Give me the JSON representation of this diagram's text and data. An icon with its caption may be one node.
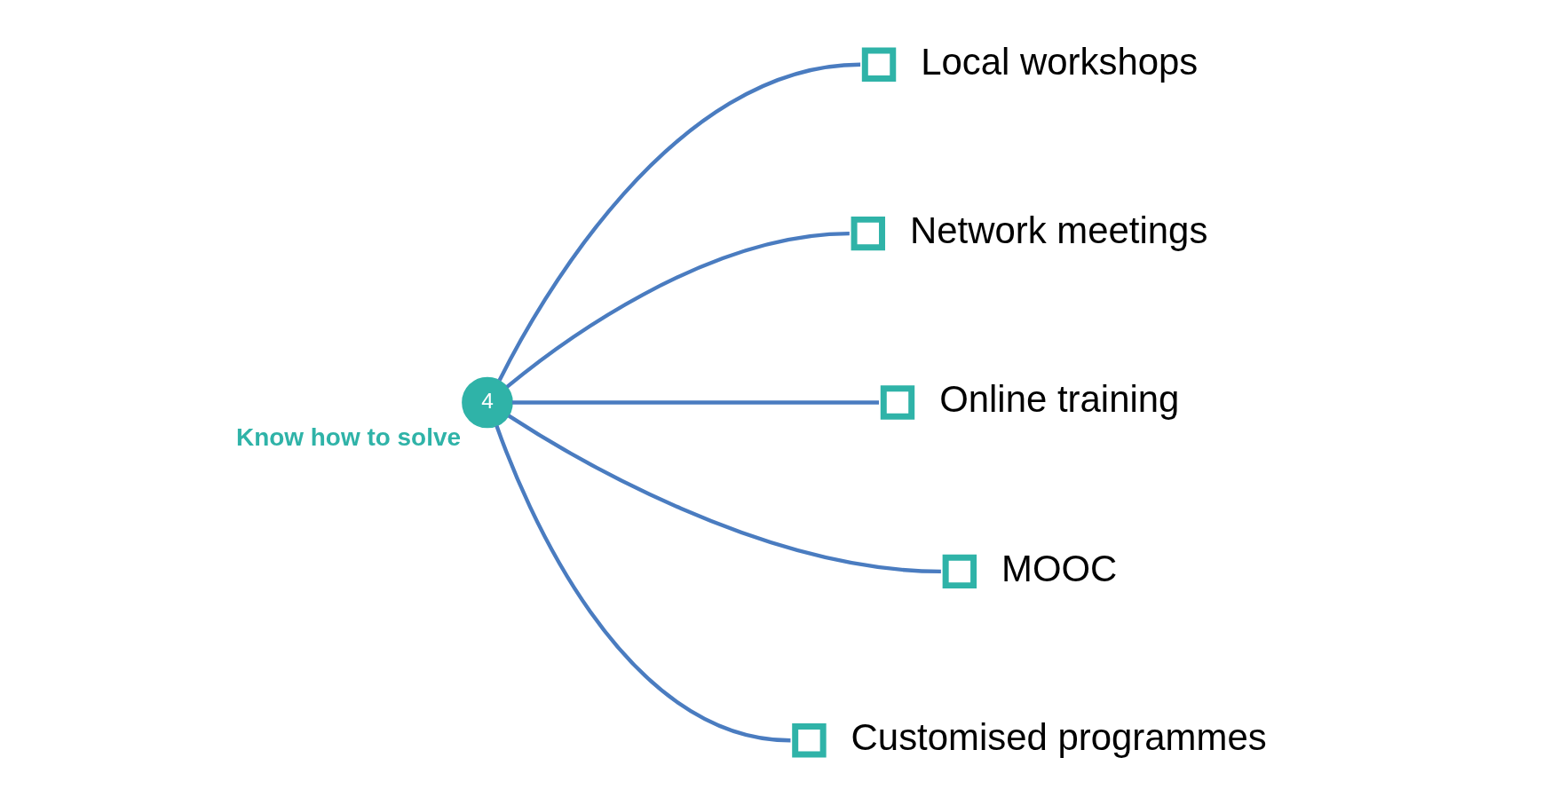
{
  "diagram": {
    "nodes": [
      {
        "text": [
          "4"
        ],
        "beside": [
          "Know how to solve"
        ]
      },
      {
        "text": [],
        "shape": "box",
        "beside": [
          "Local workshops"
        ]
      },
      {
        "text": [],
        "shape": "box",
        "beside": [
          "Network meetings"
        ]
      },
      {
        "text": [],
        "shape": "box",
        "beside": [
          "Online training"
        ]
      },
      {
        "text": [],
        "shape": "box",
        "beside": [
          "MOOC"
        ]
      },
      {
        "text": [],
        "shape": "box",
        "beside": [
          "Customised programmes"
        ]
      }
    ],
    "edges": [
      {
        "from": 0,
        "to": 1,
        "arrow": "none"
      },
      {
        "from": 0,
        "to": 2,
        "arrow": "none"
      },
      {
        "from": 0,
        "to": 3,
        "arrow": "none"
      },
      {
        "from": 0,
        "to": 4,
        "arrow": "none"
      },
      {
        "from": 0,
        "to": 5,
        "arrow": "none"
      }
    ]
  }
}
